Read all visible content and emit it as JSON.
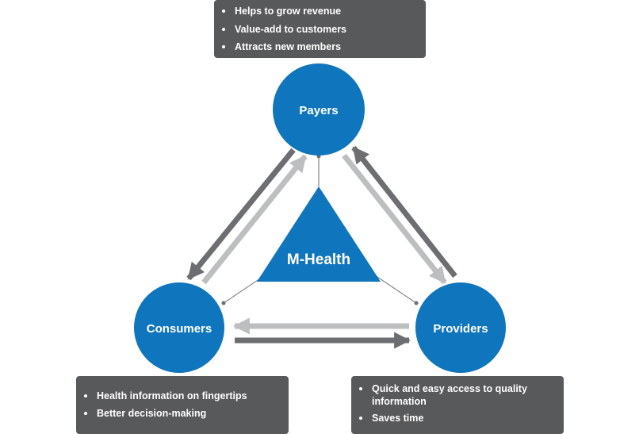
{
  "center": {
    "label": "M-Health"
  },
  "nodes": {
    "payers": {
      "label": "Payers",
      "bullets": [
        "Helps to grow revenue",
        "Value-add to customers",
        "Attracts new members"
      ]
    },
    "consumers": {
      "label": "Consumers",
      "bullets": [
        "Health information on fingertips",
        "Better decision-making"
      ]
    },
    "providers": {
      "label": "Providers",
      "bullets": [
        "Quick and easy access to quality information",
        "Saves time"
      ]
    }
  },
  "colors": {
    "circle": "#0f75bc",
    "triangle": "#0f75bc",
    "box": "#58595b",
    "arrow_dark": "#6d6e71",
    "arrow_light": "#bcbec0"
  }
}
